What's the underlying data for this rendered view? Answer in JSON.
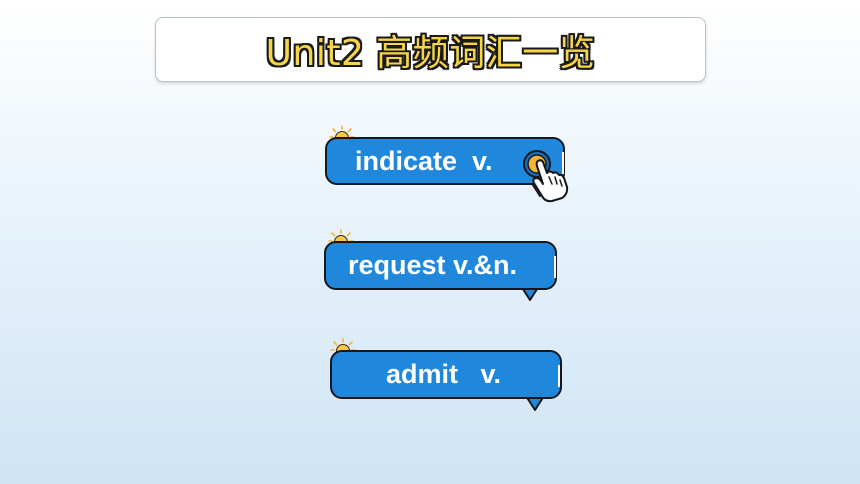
{
  "title": "Unit2 高频词汇一览",
  "words": [
    {
      "label": "indicate  v."
    },
    {
      "label": "request v.&n."
    },
    {
      "label": "admit   v."
    }
  ],
  "colors": {
    "bubble_fill": "#1f87dc",
    "bubble_border": "#15181c",
    "title_text": "#f7d548",
    "bulb": "#f5b437"
  },
  "icons": [
    "lightbulb-icon",
    "pointing-hand-icon"
  ]
}
